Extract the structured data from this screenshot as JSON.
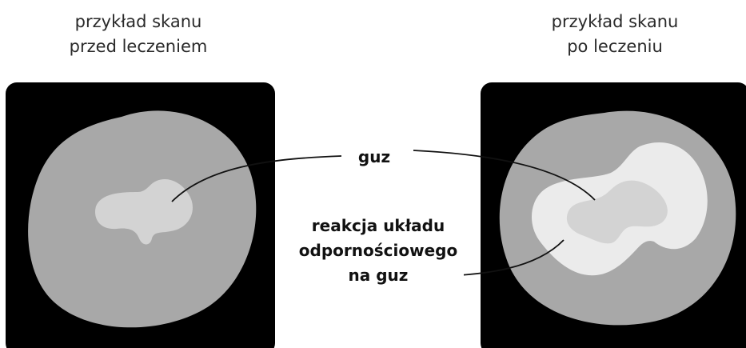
{
  "before_scan": {
    "title_line1": "przykład skanu",
    "title_line2": "przed leczeniem"
  },
  "after_scan": {
    "title_line1": "przykład skanu",
    "title_line2": "po leczeniu"
  },
  "labels": {
    "tumor": "guz",
    "immune_line1": "reakcja układu",
    "immune_line2": "odpornościowego",
    "immune_line3": "na guz"
  },
  "colors": {
    "background": "#000000",
    "tissue": "#a8a8a8",
    "tumor": "#d3d3d3",
    "immune_reaction": "#ebebeb",
    "leader_line": "#111111"
  }
}
